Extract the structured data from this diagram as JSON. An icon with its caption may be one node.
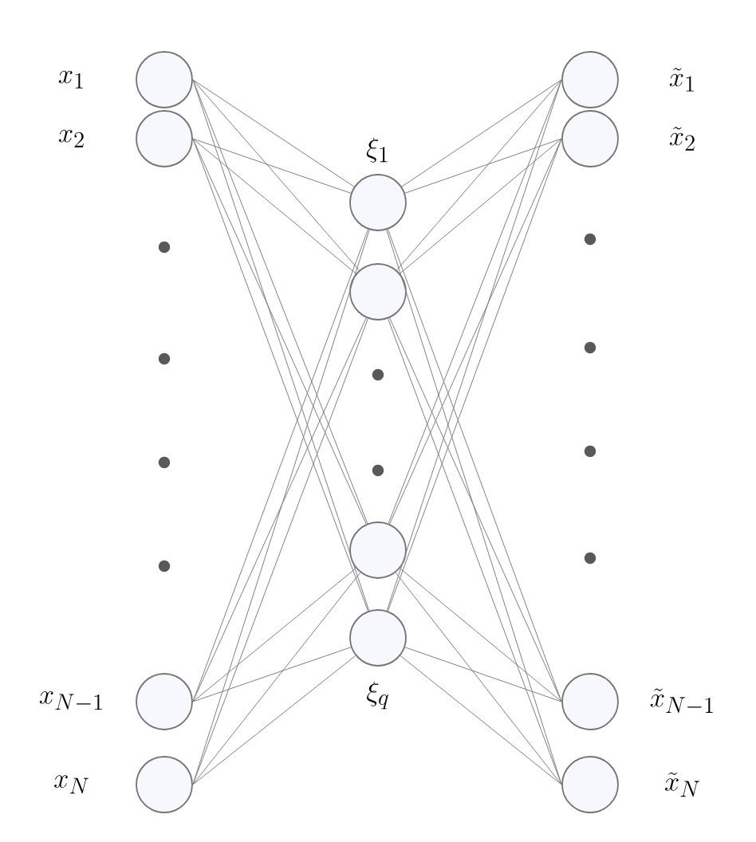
{
  "diagram": {
    "nodes": [
      {
        "text": [],
        "shape": "circle",
        "beside": [
          "x_1"
        ]
      },
      {
        "text": [],
        "shape": "circle",
        "beside": [
          "x_2"
        ]
      },
      {
        "text": [],
        "shape": "circle",
        "beside": [
          "x_{N-1}"
        ]
      },
      {
        "text": [],
        "shape": "circle",
        "beside": [
          "x_N"
        ]
      },
      {
        "text": [],
        "shape": "circle",
        "beside": [
          "\\xi_1"
        ]
      },
      {
        "text": [],
        "shape": "circle"
      },
      {
        "text": [],
        "shape": "circle"
      },
      {
        "text": [],
        "shape": "circle",
        "beside": [
          "\\xi_q"
        ]
      },
      {
        "text": [],
        "shape": "circle",
        "beside": [
          "\\tilde{x}_1"
        ]
      },
      {
        "text": [],
        "shape": "circle",
        "beside": [
          "\\tilde{x}_2"
        ]
      },
      {
        "text": [],
        "shape": "circle",
        "beside": [
          "\\tilde{x}_{N-1}"
        ]
      },
      {
        "text": [],
        "shape": "circle",
        "beside": [
          "\\tilde{x}_N"
        ]
      }
    ],
    "edges": [
      {
        "from": 0,
        "to": 4,
        "arrow": "none"
      },
      {
        "from": 0,
        "to": 5,
        "arrow": "none"
      },
      {
        "from": 0,
        "to": 6,
        "arrow": "none"
      },
      {
        "from": 0,
        "to": 7,
        "arrow": "none"
      },
      {
        "from": 1,
        "to": 4,
        "arrow": "none"
      },
      {
        "from": 1,
        "to": 5,
        "arrow": "none"
      },
      {
        "from": 1,
        "to": 6,
        "arrow": "none"
      },
      {
        "from": 1,
        "to": 7,
        "arrow": "none"
      },
      {
        "from": 2,
        "to": 4,
        "arrow": "none"
      },
      {
        "from": 2,
        "to": 5,
        "arrow": "none"
      },
      {
        "from": 2,
        "to": 6,
        "arrow": "none"
      },
      {
        "from": 2,
        "to": 7,
        "arrow": "none"
      },
      {
        "from": 3,
        "to": 4,
        "arrow": "none"
      },
      {
        "from": 3,
        "to": 5,
        "arrow": "none"
      },
      {
        "from": 3,
        "to": 6,
        "arrow": "none"
      },
      {
        "from": 3,
        "to": 7,
        "arrow": "none"
      },
      {
        "from": 4,
        "to": 8,
        "arrow": "none"
      },
      {
        "from": 4,
        "to": 9,
        "arrow": "none"
      },
      {
        "from": 4,
        "to": 10,
        "arrow": "none"
      },
      {
        "from": 4,
        "to": 11,
        "arrow": "none"
      },
      {
        "from": 5,
        "to": 8,
        "arrow": "none"
      },
      {
        "from": 5,
        "to": 9,
        "arrow": "none"
      },
      {
        "from": 5,
        "to": 10,
        "arrow": "none"
      },
      {
        "from": 5,
        "to": 11,
        "arrow": "none"
      },
      {
        "from": 6,
        "to": 8,
        "arrow": "none"
      },
      {
        "from": 6,
        "to": 9,
        "arrow": "none"
      },
      {
        "from": 6,
        "to": 10,
        "arrow": "none"
      },
      {
        "from": 6,
        "to": 11,
        "arrow": "none"
      },
      {
        "from": 7,
        "to": 8,
        "arrow": "none"
      },
      {
        "from": 7,
        "to": 9,
        "arrow": "none"
      },
      {
        "from": 7,
        "to": 10,
        "arrow": "none"
      },
      {
        "from": 7,
        "to": 11,
        "arrow": "none"
      }
    ]
  }
}
